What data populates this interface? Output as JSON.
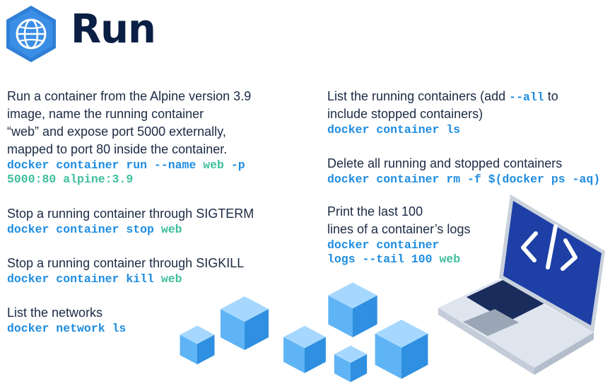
{
  "header": {
    "title": "Run",
    "logo_icon": "globe-hexagon-icon"
  },
  "blocks": [
    {
      "desc_lines": [
        "Run a container from the Alpine version 3.9",
        "image, name the running container",
        "“web” and expose port 5000 externally,",
        "mapped to port 80 inside the container."
      ],
      "cmd_lines": [
        [
          {
            "t": "docker container run --name ",
            "c": "cmd"
          },
          {
            "t": "web",
            "c": "arg"
          },
          {
            "t": " -p",
            "c": "cmd"
          }
        ],
        [
          {
            "t": "5000:80 alpine:3.9",
            "c": "arg"
          }
        ]
      ]
    },
    {
      "desc_lines": [
        "Stop a running container through SIGTERM"
      ],
      "cmd_lines": [
        [
          {
            "t": "docker container stop ",
            "c": "cmd"
          },
          {
            "t": "web",
            "c": "arg"
          }
        ]
      ]
    },
    {
      "desc_lines": [
        "Stop a running container through SIGKILL"
      ],
      "cmd_lines": [
        [
          {
            "t": "docker container kill ",
            "c": "cmd"
          },
          {
            "t": "web",
            "c": "arg"
          }
        ]
      ]
    },
    {
      "desc_lines": [
        "List the networks"
      ],
      "cmd_lines": [
        [
          {
            "t": "docker network ls",
            "c": "cmd"
          }
        ]
      ]
    },
    {
      "desc_parts": [
        [
          {
            "t": "List the running containers (add ",
            "c": "text"
          },
          {
            "t": "--all",
            "c": "cmd"
          },
          {
            "t": " to",
            "c": "text"
          }
        ],
        [
          {
            "t": "include stopped containers)",
            "c": "text"
          }
        ]
      ],
      "cmd_lines": [
        [
          {
            "t": "docker container ls",
            "c": "cmd"
          }
        ]
      ]
    },
    {
      "desc_lines": [
        "Delete all running and stopped containers"
      ],
      "cmd_lines": [
        [
          {
            "t": "docker container rm -f $(docker ps -aq)",
            "c": "cmd"
          }
        ]
      ]
    },
    {
      "desc_lines": [
        "Print the last 100",
        "lines of a container’s logs"
      ],
      "cmd_lines": [
        [
          {
            "t": "docker container",
            "c": "cmd"
          }
        ],
        [
          {
            "t": "logs --tail 100 ",
            "c": "cmd"
          },
          {
            "t": "web",
            "c": "arg"
          }
        ]
      ]
    }
  ],
  "illustration": {
    "icons": [
      "cube-icon",
      "laptop-icon",
      "code-icon"
    ],
    "colors": {
      "cube_light": "#9fd4ff",
      "cube_mid": "#5fb4f5",
      "cube_dark": "#2f8fe0",
      "screen": "#1e3fa6",
      "laptop_body": "#e6ebf2"
    }
  }
}
